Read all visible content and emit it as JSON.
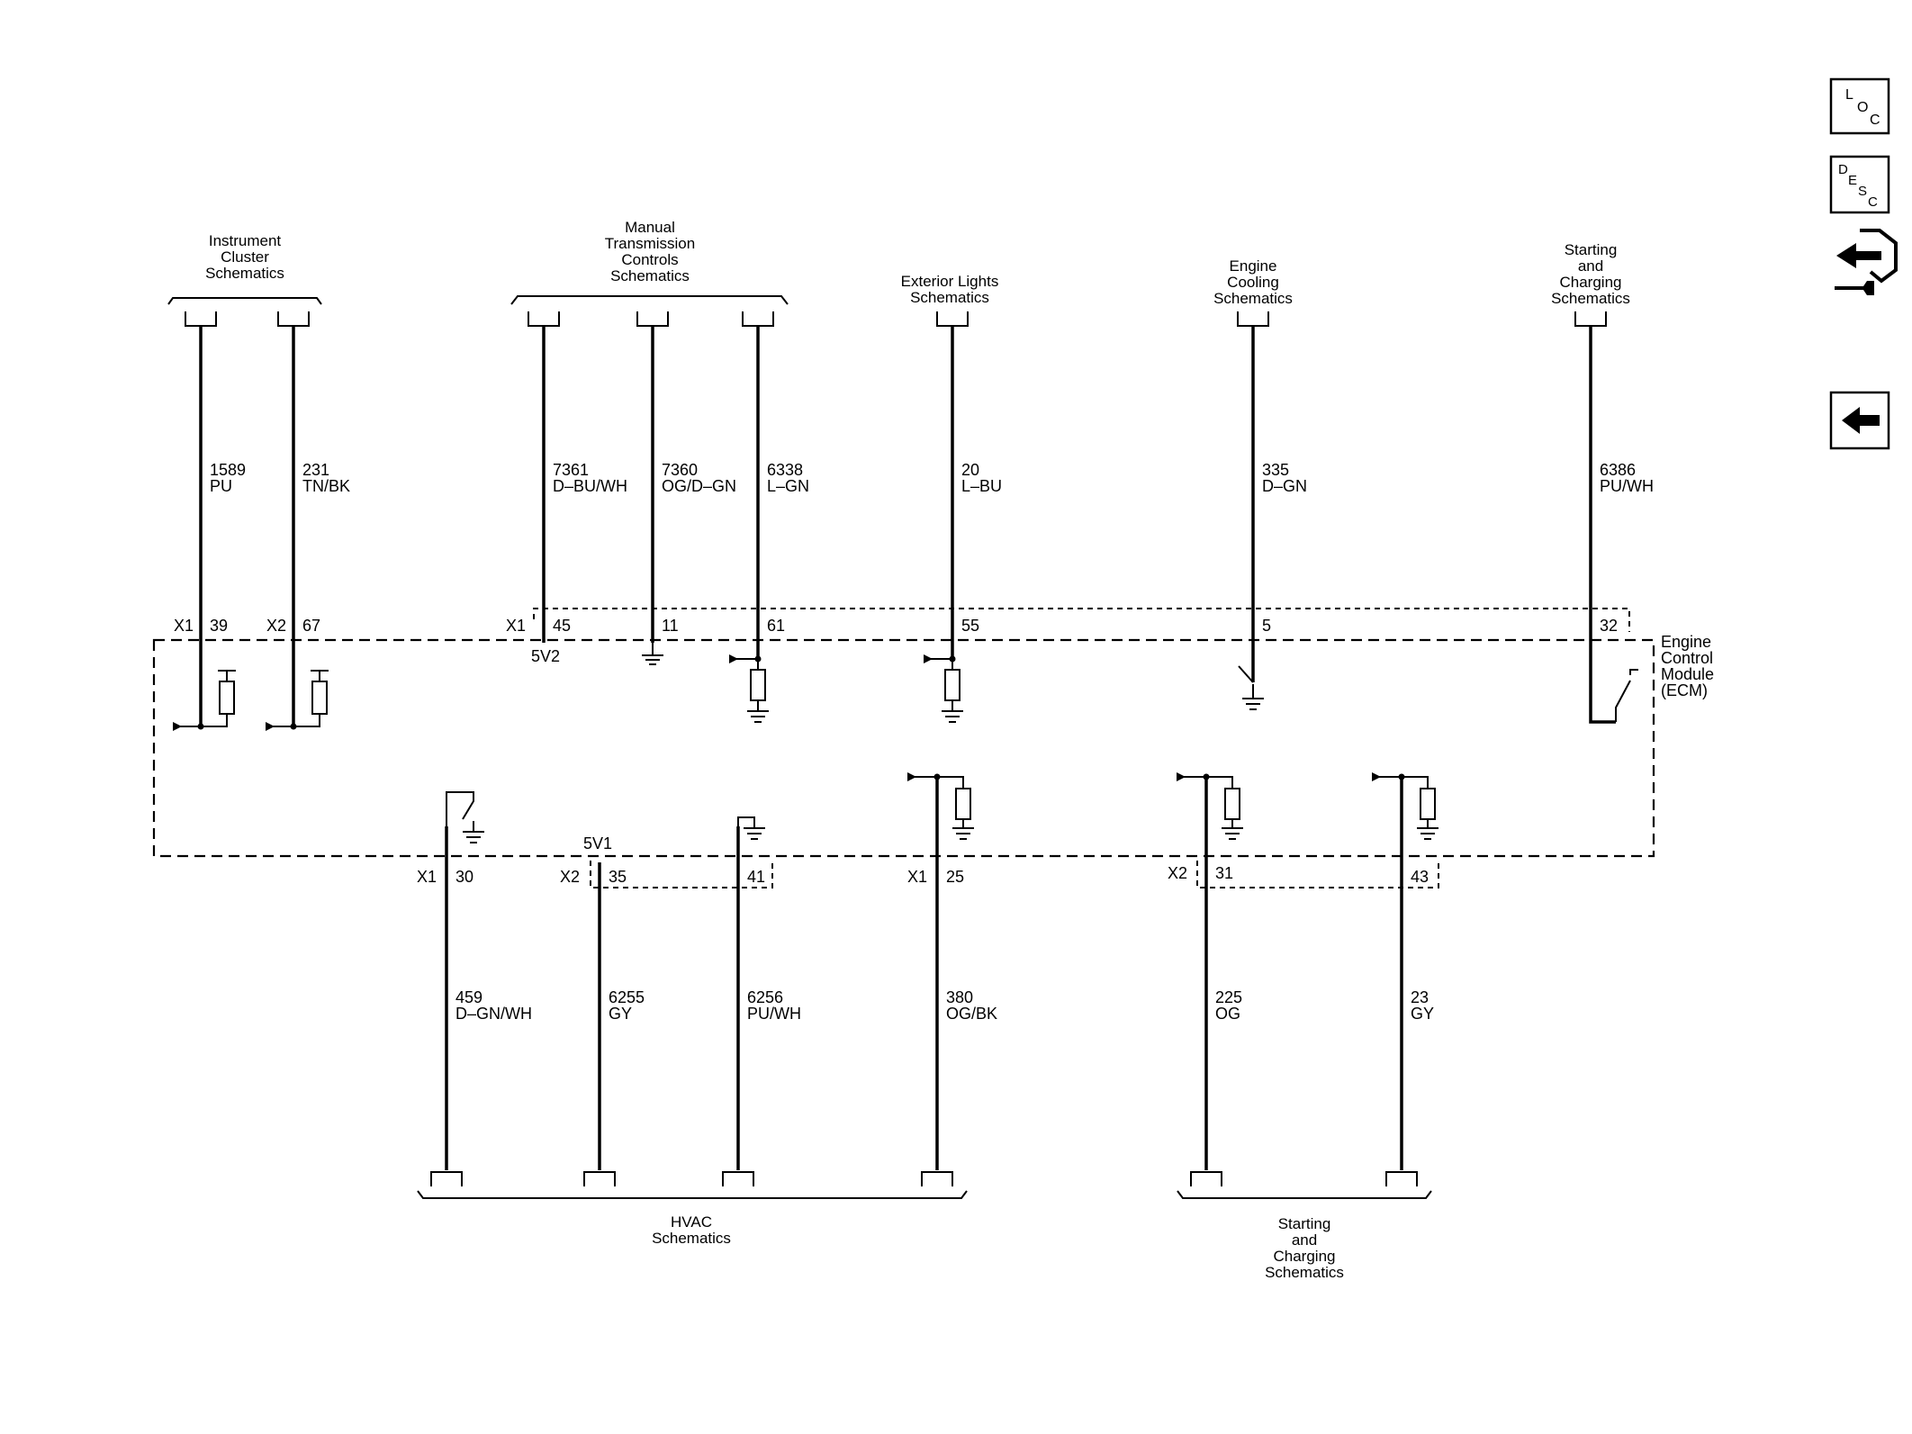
{
  "module": {
    "label_lines": [
      "Engine",
      "Control",
      "Module",
      "(ECM)"
    ]
  },
  "nav": {
    "loc": [
      "L",
      "O",
      "C"
    ],
    "desc": [
      "D",
      "E",
      "S",
      "C"
    ]
  },
  "top_groups": [
    {
      "id": "instrument-cluster",
      "lines": [
        "Instrument",
        "Cluster",
        "Schematics"
      ]
    },
    {
      "id": "manual-transmission",
      "lines": [
        "Manual",
        "Transmission",
        "Controls",
        "Schematics"
      ]
    },
    {
      "id": "exterior-lights",
      "lines": [
        "Exterior Lights",
        "Schematics"
      ]
    },
    {
      "id": "engine-cooling",
      "lines": [
        "Engine",
        "Cooling",
        "Schematics"
      ]
    },
    {
      "id": "starting-charging-top",
      "lines": [
        "Starting",
        "and",
        "Charging",
        "Schematics"
      ]
    }
  ],
  "bottom_groups": [
    {
      "id": "hvac",
      "lines": [
        "HVAC",
        "Schematics"
      ]
    },
    {
      "id": "starting-charging-bottom",
      "lines": [
        "Starting",
        "and",
        "Charging",
        "Schematics"
      ]
    }
  ],
  "connectors": [
    {
      "id": "c1",
      "label": "X1"
    },
    {
      "id": "c2",
      "label": "X2"
    },
    {
      "id": "c3",
      "label": "X1"
    },
    {
      "id": "c4",
      "label": "X1"
    },
    {
      "id": "c5",
      "label": "X2"
    },
    {
      "id": "c6",
      "label": "X1"
    },
    {
      "id": "c7",
      "label": "X2"
    }
  ],
  "refs": [
    {
      "id": "r1",
      "label": "5V2"
    },
    {
      "id": "r2",
      "label": "5V1"
    }
  ],
  "wires": [
    {
      "id": "w1589",
      "circuit": "1589",
      "color": "PU",
      "pin": "39"
    },
    {
      "id": "w231",
      "circuit": "231",
      "color": "TN/BK",
      "pin": "67"
    },
    {
      "id": "w7361",
      "circuit": "7361",
      "color": "D–BU/WH",
      "pin": "45"
    },
    {
      "id": "w7360",
      "circuit": "7360",
      "color": "OG/D–GN",
      "pin": "11"
    },
    {
      "id": "w6338",
      "circuit": "6338",
      "color": "L–GN",
      "pin": "61"
    },
    {
      "id": "w20",
      "circuit": "20",
      "color": "L–BU",
      "pin": "55"
    },
    {
      "id": "w335",
      "circuit": "335",
      "color": "D–GN",
      "pin": "5"
    },
    {
      "id": "w6386",
      "circuit": "6386",
      "color": "PU/WH",
      "pin": "32"
    },
    {
      "id": "w459",
      "circuit": "459",
      "color": "D–GN/WH",
      "pin": "30"
    },
    {
      "id": "w6255",
      "circuit": "6255",
      "color": "GY",
      "pin": "35"
    },
    {
      "id": "w6256",
      "circuit": "6256",
      "color": "PU/WH",
      "pin": "41"
    },
    {
      "id": "w380",
      "circuit": "380",
      "color": "OG/BK",
      "pin": "25"
    },
    {
      "id": "w225",
      "circuit": "225",
      "color": "OG",
      "pin": "31"
    },
    {
      "id": "w23",
      "circuit": "23",
      "color": "GY",
      "pin": "43"
    }
  ]
}
